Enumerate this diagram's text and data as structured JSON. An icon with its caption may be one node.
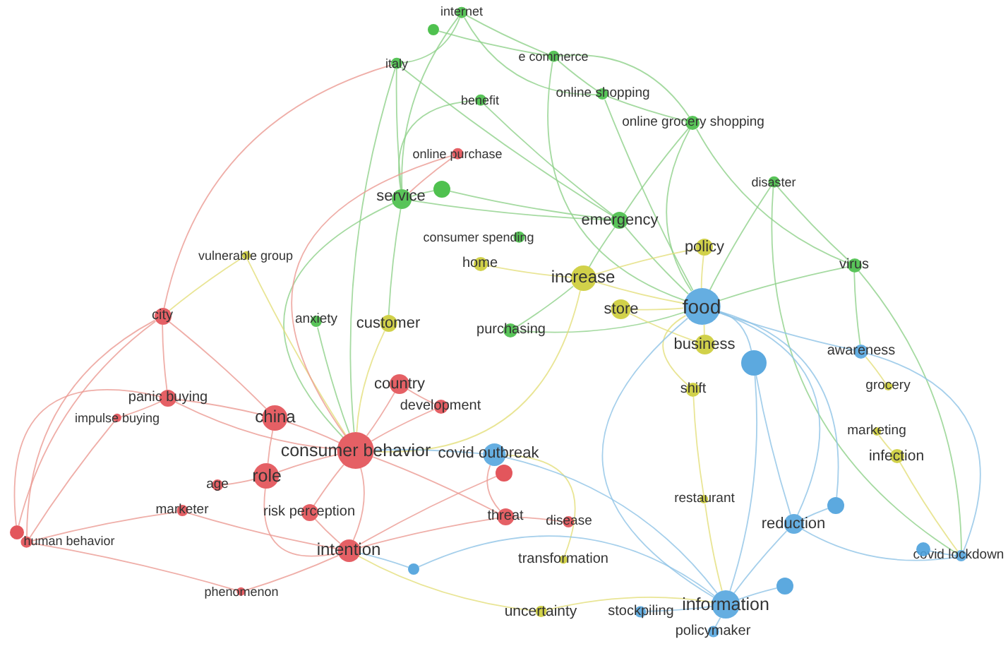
{
  "diagram": {
    "nodes": [
      {
        "text": [
          "internet"
        ]
      },
      {
        "text": [
          "italy"
        ]
      },
      {
        "text": [
          "e commerce"
        ]
      },
      {
        "text": [
          "benefit"
        ]
      },
      {
        "text": [
          "online shopping"
        ]
      },
      {
        "text": [
          "online grocery shopping"
        ]
      },
      {
        "text": [
          "online purchase"
        ]
      },
      {
        "text": [
          "disaster"
        ]
      },
      {
        "text": [
          "service"
        ]
      },
      {
        "text": [
          "emergency"
        ]
      },
      {
        "text": [
          "consumer spending"
        ]
      },
      {
        "text": [
          "policy"
        ]
      },
      {
        "text": [
          "vulnerable group"
        ]
      },
      {
        "text": [
          "home"
        ]
      },
      {
        "text": [
          "virus"
        ]
      },
      {
        "text": [
          "increase"
        ]
      },
      {
        "text": [
          "food"
        ]
      },
      {
        "text": [
          "store"
        ]
      },
      {
        "text": [
          "city"
        ]
      },
      {
        "text": [
          "anxiety"
        ]
      },
      {
        "text": [
          "customer"
        ]
      },
      {
        "text": [
          "purchasing"
        ]
      },
      {
        "text": [
          "business"
        ]
      },
      {
        "text": [
          "awareness"
        ]
      },
      {
        "text": [
          "shift"
        ]
      },
      {
        "text": [
          "grocery"
        ]
      },
      {
        "text": [
          "country"
        ]
      },
      {
        "text": [
          "development"
        ]
      },
      {
        "text": [
          "panic buying"
        ]
      },
      {
        "text": [
          "impulse buying"
        ]
      },
      {
        "text": [
          "china"
        ]
      },
      {
        "text": [
          "marketing"
        ]
      },
      {
        "text": [
          "consumer behavior"
        ]
      },
      {
        "text": [
          "covid outbreak"
        ]
      },
      {
        "text": [
          "infection"
        ]
      },
      {
        "text": [
          "role"
        ]
      },
      {
        "text": [
          "age"
        ]
      },
      {
        "text": [
          "restaurant"
        ]
      },
      {
        "text": [
          "marketer"
        ]
      },
      {
        "text": [
          "risk perception"
        ]
      },
      {
        "text": [
          "reduction"
        ]
      },
      {
        "text": [
          "threat"
        ]
      },
      {
        "text": [
          "disease"
        ]
      },
      {
        "text": [
          "human behavior"
        ]
      },
      {
        "text": [
          "covid lockdown"
        ]
      },
      {
        "text": [
          "intention"
        ]
      },
      {
        "text": [
          "transformation"
        ]
      },
      {
        "text": [
          "phenomenon"
        ]
      },
      {
        "text": [
          "information"
        ]
      },
      {
        "text": [
          "uncertainty"
        ]
      },
      {
        "text": [
          "stockpiling"
        ]
      },
      {
        "text": [
          "policymaker"
        ]
      },
      {
        "text": [],
        "shape": "circle"
      },
      {
        "text": [],
        "shape": "circle"
      },
      {
        "text": [],
        "shape": "circle"
      },
      {
        "text": [],
        "shape": "circle"
      },
      {
        "text": [],
        "shape": "circle"
      },
      {
        "text": [],
        "shape": "circle"
      },
      {
        "text": [],
        "shape": "circle"
      },
      {
        "text": [],
        "shape": "circle"
      },
      {
        "text": [],
        "shape": "circle"
      }
    ],
    "edges": [
      {
        "from": 0,
        "to": 4,
        "arrow": "none",
        "color": "#8fd18a"
      },
      {
        "from": 0,
        "to": 1,
        "arrow": "none",
        "color": "#8fd18a"
      },
      {
        "from": 0,
        "to": 8,
        "arrow": "none",
        "color": "#8fd18a"
      },
      {
        "from": 1,
        "to": 8,
        "arrow": "none",
        "color": "#8fd18a"
      },
      {
        "from": 1,
        "to": 9,
        "arrow": "none",
        "color": "#8fd18a"
      },
      {
        "from": 2,
        "to": 4,
        "arrow": "none",
        "color": "#8fd18a"
      },
      {
        "from": 2,
        "to": 5,
        "arrow": "none",
        "color": "#8fd18a"
      },
      {
        "from": 2,
        "to": 16,
        "arrow": "none",
        "color": "#8fd18a"
      },
      {
        "from": 3,
        "to": 8,
        "arrow": "none",
        "color": "#8fd18a"
      },
      {
        "from": 3,
        "to": 9,
        "arrow": "none",
        "color": "#8fd18a"
      },
      {
        "from": 4,
        "to": 5,
        "arrow": "none",
        "color": "#8fd18a"
      },
      {
        "from": 4,
        "to": 16,
        "arrow": "none",
        "color": "#8fd18a"
      },
      {
        "from": 5,
        "to": 9,
        "arrow": "none",
        "color": "#8fd18a"
      },
      {
        "from": 5,
        "to": 16,
        "arrow": "none",
        "color": "#8fd18a"
      },
      {
        "from": 5,
        "to": 14,
        "arrow": "none",
        "color": "#8fd18a"
      },
      {
        "from": 7,
        "to": 14,
        "arrow": "none",
        "color": "#8fd18a"
      },
      {
        "from": 7,
        "to": 16,
        "arrow": "none",
        "color": "#8fd18a"
      },
      {
        "from": 8,
        "to": 9,
        "arrow": "none",
        "color": "#8fd18a"
      },
      {
        "from": 8,
        "to": 32,
        "arrow": "none",
        "color": "#8fd18a"
      },
      {
        "from": 8,
        "to": 20,
        "arrow": "none",
        "color": "#8fd18a"
      },
      {
        "from": 9,
        "to": 16,
        "arrow": "none",
        "color": "#8fd18a"
      },
      {
        "from": 9,
        "to": 15,
        "arrow": "none",
        "color": "#8fd18a"
      },
      {
        "from": 14,
        "to": 16,
        "arrow": "none",
        "color": "#8fd18a"
      },
      {
        "from": 14,
        "to": 23,
        "arrow": "none",
        "color": "#8fd18a"
      },
      {
        "from": 52,
        "to": 2,
        "arrow": "none",
        "color": "#8fd18a"
      },
      {
        "from": 53,
        "to": 8,
        "arrow": "none",
        "color": "#8fd18a"
      },
      {
        "from": 53,
        "to": 9,
        "arrow": "none",
        "color": "#8fd18a"
      },
      {
        "from": 0,
        "to": 2,
        "arrow": "none",
        "color": "#8fd18a"
      },
      {
        "from": 1,
        "to": 32,
        "arrow": "none",
        "color": "#8fd18a"
      },
      {
        "from": 21,
        "to": 16,
        "arrow": "none",
        "color": "#8fd18a"
      },
      {
        "from": 19,
        "to": 32,
        "arrow": "none",
        "color": "#8fd18a"
      },
      {
        "from": 21,
        "to": 15,
        "arrow": "none",
        "color": "#8fd18a"
      },
      {
        "from": 7,
        "to": 44,
        "arrow": "none",
        "color": "#8fd18a"
      },
      {
        "from": 14,
        "to": 44,
        "arrow": "none",
        "color": "#8fd18a"
      },
      {
        "from": 11,
        "to": 16,
        "arrow": "none",
        "color": "#e3df7a"
      },
      {
        "from": 15,
        "to": 16,
        "arrow": "none",
        "color": "#e3df7a"
      },
      {
        "from": 15,
        "to": 32,
        "arrow": "none",
        "color": "#e3df7a"
      },
      {
        "from": 17,
        "to": 16,
        "arrow": "none",
        "color": "#e3df7a"
      },
      {
        "from": 22,
        "to": 16,
        "arrow": "none",
        "color": "#e3df7a"
      },
      {
        "from": 24,
        "to": 16,
        "arrow": "none",
        "color": "#e3df7a"
      },
      {
        "from": 12,
        "to": 32,
        "arrow": "none",
        "color": "#e3df7a"
      },
      {
        "from": 12,
        "to": 18,
        "arrow": "none",
        "color": "#e3df7a"
      },
      {
        "from": 13,
        "to": 15,
        "arrow": "none",
        "color": "#e3df7a"
      },
      {
        "from": 20,
        "to": 32,
        "arrow": "none",
        "color": "#e3df7a"
      },
      {
        "from": 31,
        "to": 34,
        "arrow": "none",
        "color": "#e3df7a"
      },
      {
        "from": 25,
        "to": 23,
        "arrow": "none",
        "color": "#e3df7a"
      },
      {
        "from": 34,
        "to": 44,
        "arrow": "none",
        "color": "#e3df7a"
      },
      {
        "from": 37,
        "to": 48,
        "arrow": "none",
        "color": "#e3df7a"
      },
      {
        "from": 46,
        "to": 33,
        "arrow": "none",
        "color": "#e3df7a"
      },
      {
        "from": 49,
        "to": 45,
        "arrow": "none",
        "color": "#e3df7a"
      },
      {
        "from": 49,
        "to": 48,
        "arrow": "none",
        "color": "#e3df7a"
      },
      {
        "from": 17,
        "to": 22,
        "arrow": "none",
        "color": "#e3df7a"
      },
      {
        "from": 11,
        "to": 15,
        "arrow": "none",
        "color": "#e3df7a"
      },
      {
        "from": 24,
        "to": 37,
        "arrow": "none",
        "color": "#e3df7a"
      },
      {
        "from": 16,
        "to": 54,
        "arrow": "none",
        "color": "#8ec3e6"
      },
      {
        "from": 16,
        "to": 23,
        "arrow": "none",
        "color": "#8ec3e6"
      },
      {
        "from": 16,
        "to": 48,
        "arrow": "none",
        "color": "#8ec3e6"
      },
      {
        "from": 16,
        "to": 40,
        "arrow": "none",
        "color": "#8ec3e6"
      },
      {
        "from": 54,
        "to": 48,
        "arrow": "none",
        "color": "#8ec3e6"
      },
      {
        "from": 40,
        "to": 48,
        "arrow": "none",
        "color": "#8ec3e6"
      },
      {
        "from": 40,
        "to": 44,
        "arrow": "none",
        "color": "#8ec3e6"
      },
      {
        "from": 33,
        "to": 32,
        "arrow": "none",
        "color": "#8ec3e6"
      },
      {
        "from": 33,
        "to": 48,
        "arrow": "none",
        "color": "#8ec3e6"
      },
      {
        "from": 23,
        "to": 44,
        "arrow": "none",
        "color": "#8ec3e6"
      },
      {
        "from": 57,
        "to": 40,
        "arrow": "none",
        "color": "#8ec3e6"
      },
      {
        "from": 58,
        "to": 48,
        "arrow": "none",
        "color": "#8ec3e6"
      },
      {
        "from": 59,
        "to": 44,
        "arrow": "none",
        "color": "#8ec3e6"
      },
      {
        "from": 50,
        "to": 48,
        "arrow": "none",
        "color": "#8ec3e6"
      },
      {
        "from": 51,
        "to": 48,
        "arrow": "none",
        "color": "#8ec3e6"
      },
      {
        "from": 56,
        "to": 45,
        "arrow": "none",
        "color": "#8ec3e6"
      },
      {
        "from": 56,
        "to": 48,
        "arrow": "none",
        "color": "#8ec3e6"
      },
      {
        "from": 54,
        "to": 40,
        "arrow": "none",
        "color": "#8ec3e6"
      },
      {
        "from": 57,
        "to": 16,
        "arrow": "none",
        "color": "#8ec3e6"
      },
      {
        "from": 32,
        "to": 30,
        "arrow": "none",
        "color": "#eb9a92"
      },
      {
        "from": 32,
        "to": 35,
        "arrow": "none",
        "color": "#eb9a92"
      },
      {
        "from": 32,
        "to": 45,
        "arrow": "none",
        "color": "#eb9a92"
      },
      {
        "from": 32,
        "to": 26,
        "arrow": "none",
        "color": "#eb9a92"
      },
      {
        "from": 32,
        "to": 39,
        "arrow": "none",
        "color": "#eb9a92"
      },
      {
        "from": 32,
        "to": 28,
        "arrow": "none",
        "color": "#eb9a92"
      },
      {
        "from": 30,
        "to": 35,
        "arrow": "none",
        "color": "#eb9a92"
      },
      {
        "from": 30,
        "to": 28,
        "arrow": "none",
        "color": "#eb9a92"
      },
      {
        "from": 30,
        "to": 18,
        "arrow": "none",
        "color": "#eb9a92"
      },
      {
        "from": 18,
        "to": 28,
        "arrow": "none",
        "color": "#eb9a92"
      },
      {
        "from": 18,
        "to": 43,
        "arrow": "none",
        "color": "#eb9a92"
      },
      {
        "from": 29,
        "to": 43,
        "arrow": "none",
        "color": "#eb9a92"
      },
      {
        "from": 29,
        "to": 28,
        "arrow": "none",
        "color": "#eb9a92"
      },
      {
        "from": 36,
        "to": 35,
        "arrow": "none",
        "color": "#eb9a92"
      },
      {
        "from": 38,
        "to": 43,
        "arrow": "none",
        "color": "#eb9a92"
      },
      {
        "from": 38,
        "to": 45,
        "arrow": "none",
        "color": "#eb9a92"
      },
      {
        "from": 39,
        "to": 45,
        "arrow": "none",
        "color": "#eb9a92"
      },
      {
        "from": 35,
        "to": 45,
        "arrow": "none",
        "color": "#eb9a92"
      },
      {
        "from": 47,
        "to": 45,
        "arrow": "none",
        "color": "#eb9a92"
      },
      {
        "from": 47,
        "to": 43,
        "arrow": "none",
        "color": "#eb9a92"
      },
      {
        "from": 60,
        "to": 28,
        "arrow": "none",
        "color": "#eb9a92"
      },
      {
        "from": 60,
        "to": 18,
        "arrow": "none",
        "color": "#eb9a92"
      },
      {
        "from": 41,
        "to": 33,
        "arrow": "none",
        "color": "#eb9a92"
      },
      {
        "from": 41,
        "to": 45,
        "arrow": "none",
        "color": "#eb9a92"
      },
      {
        "from": 42,
        "to": 41,
        "arrow": "none",
        "color": "#eb9a92"
      },
      {
        "from": 55,
        "to": 45,
        "arrow": "none",
        "color": "#eb9a92"
      },
      {
        "from": 26,
        "to": 27,
        "arrow": "none",
        "color": "#eb9a92"
      },
      {
        "from": 6,
        "to": 8,
        "arrow": "none",
        "color": "#eb9a92"
      },
      {
        "from": 6,
        "to": 32,
        "arrow": "none",
        "color": "#eb9a92"
      },
      {
        "from": 27,
        "to": 32,
        "arrow": "none",
        "color": "#eb9a92"
      },
      {
        "from": 41,
        "to": 32,
        "arrow": "none",
        "color": "#eb9a92"
      },
      {
        "from": 18,
        "to": 1,
        "arrow": "none",
        "color": "#eb9a92"
      }
    ]
  }
}
